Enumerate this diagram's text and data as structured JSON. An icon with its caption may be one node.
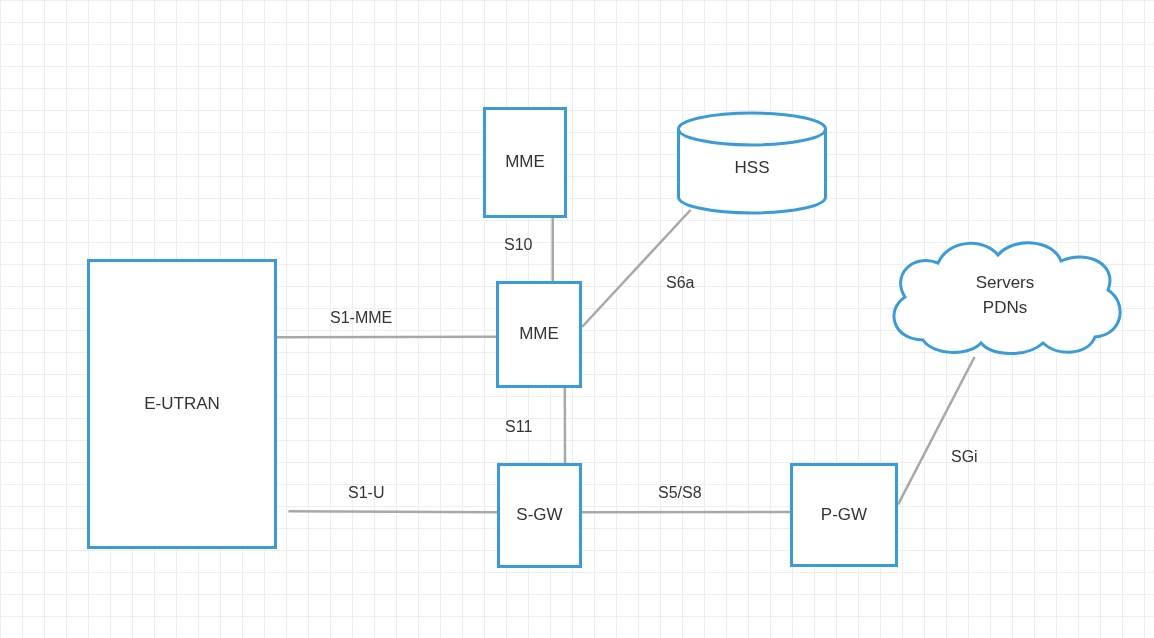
{
  "diagram": {
    "nodes": [
      {
        "text": [
          "MME"
        ]
      },
      {
        "text": [
          "HSS"
        ]
      },
      {
        "text": [
          "E-UTRAN"
        ]
      },
      {
        "text": [
          "MME"
        ]
      },
      {
        "text": [
          "Servers PDNs"
        ]
      },
      {
        "text": [
          "S-GW"
        ]
      },
      {
        "text": [
          "P-GW"
        ]
      }
    ],
    "edges": [
      {
        "from": 0,
        "to": 3,
        "arrow": "none",
        "label": "S10"
      },
      {
        "from": 3,
        "to": 1,
        "arrow": "none",
        "label": "S6a"
      },
      {
        "from": 2,
        "to": 3,
        "arrow": "none",
        "label": "S1-MME"
      },
      {
        "from": 3,
        "to": 5,
        "arrow": "none",
        "label": "S11"
      },
      {
        "from": 2,
        "to": 5,
        "arrow": "none",
        "label": "S1-U"
      },
      {
        "from": 5,
        "to": 6,
        "arrow": "none",
        "label": "S5/S8"
      },
      {
        "from": 6,
        "to": 4,
        "arrow": "none",
        "label": "SGi"
      }
    ]
  }
}
